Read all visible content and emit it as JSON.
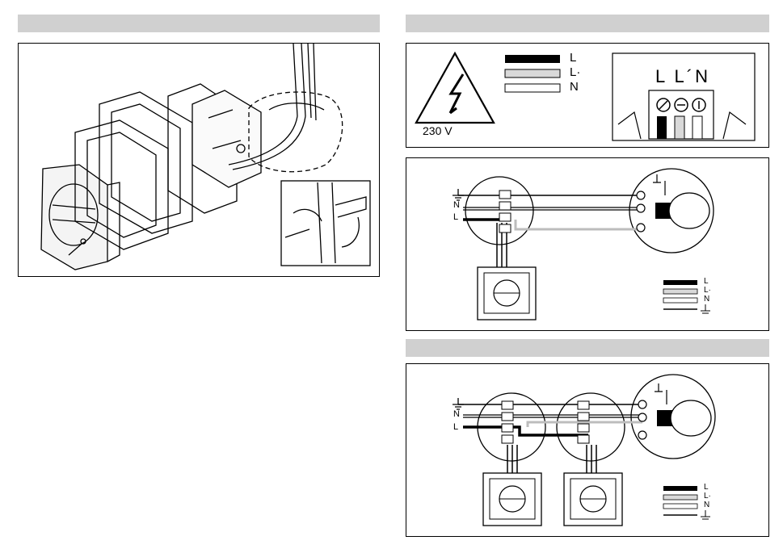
{
  "warning": {
    "voltage": "230 V",
    "wire_labels": [
      "L",
      "L·",
      "N"
    ]
  },
  "terminal_block": {
    "labels": "L L´N"
  },
  "circuit_single": {
    "side_labels": [
      "N",
      "L"
    ],
    "legend_labels": [
      "L",
      "L·",
      "N"
    ]
  },
  "circuit_double": {
    "side_labels": [
      "N",
      "L"
    ],
    "legend_labels": [
      "L",
      "L·",
      "N"
    ]
  },
  "colors": {
    "header_bar": "#d0d0d0",
    "line": "#000000",
    "wire_grey": "#bdbdbd",
    "wire_light": "#e6e6e6"
  }
}
